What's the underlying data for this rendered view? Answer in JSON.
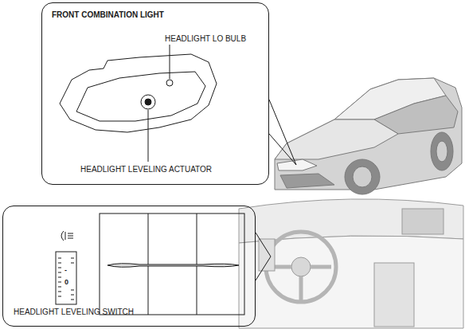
{
  "diagram": {
    "nodes": [
      {
        "text": [
          "FRONT COMBINATION LIGHT",
          "HEADLIGHT LO BULB",
          "HEADLIGHT LEVELING ACTUATOR"
        ]
      },
      {
        "text": [
          "HEADLIGHT LEVELING SWITCH"
        ]
      }
    ],
    "labels": [
      "-",
      "0"
    ]
  }
}
